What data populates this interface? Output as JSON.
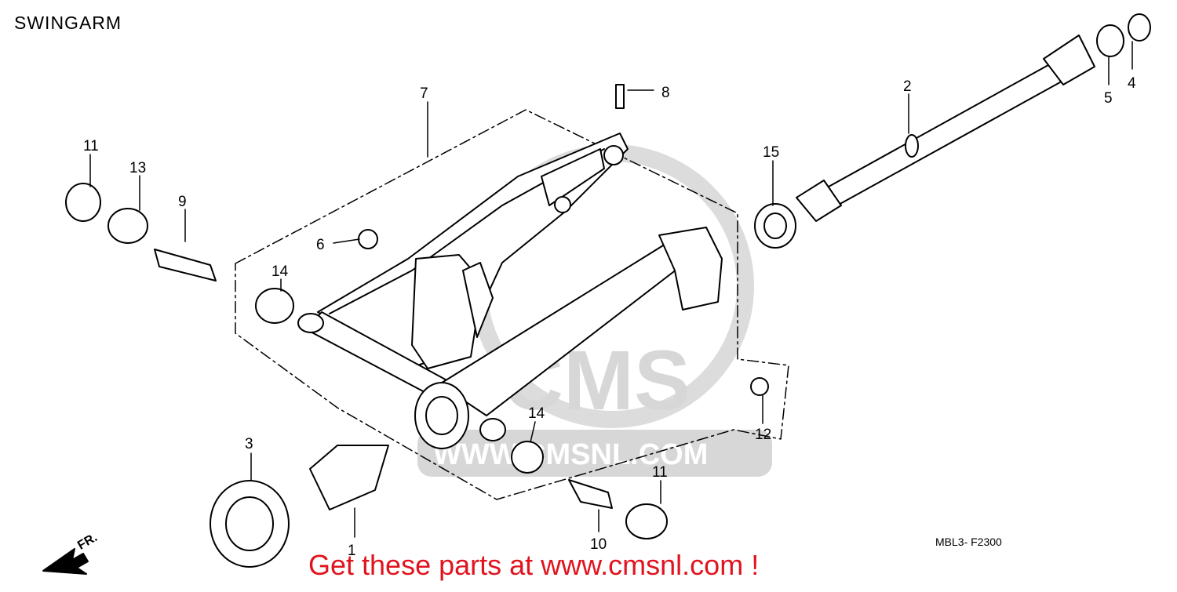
{
  "title": "SWINGARM",
  "diagram_code": "MBL3- F2300",
  "promo_text": "Get these parts at www.cmsnl.com !",
  "watermark": {
    "logo_text": "CMS",
    "url_text": "WWW.CMSNL.COM"
  },
  "front_marker": "FR.",
  "callouts": [
    "1",
    "2",
    "3",
    "4",
    "5",
    "6",
    "7",
    "8",
    "9",
    "10",
    "11",
    "11",
    "12",
    "13",
    "14",
    "14",
    "15"
  ],
  "colors": {
    "promo": "#e0141e",
    "watermark": "#d7d7d7",
    "line": "#000000"
  }
}
